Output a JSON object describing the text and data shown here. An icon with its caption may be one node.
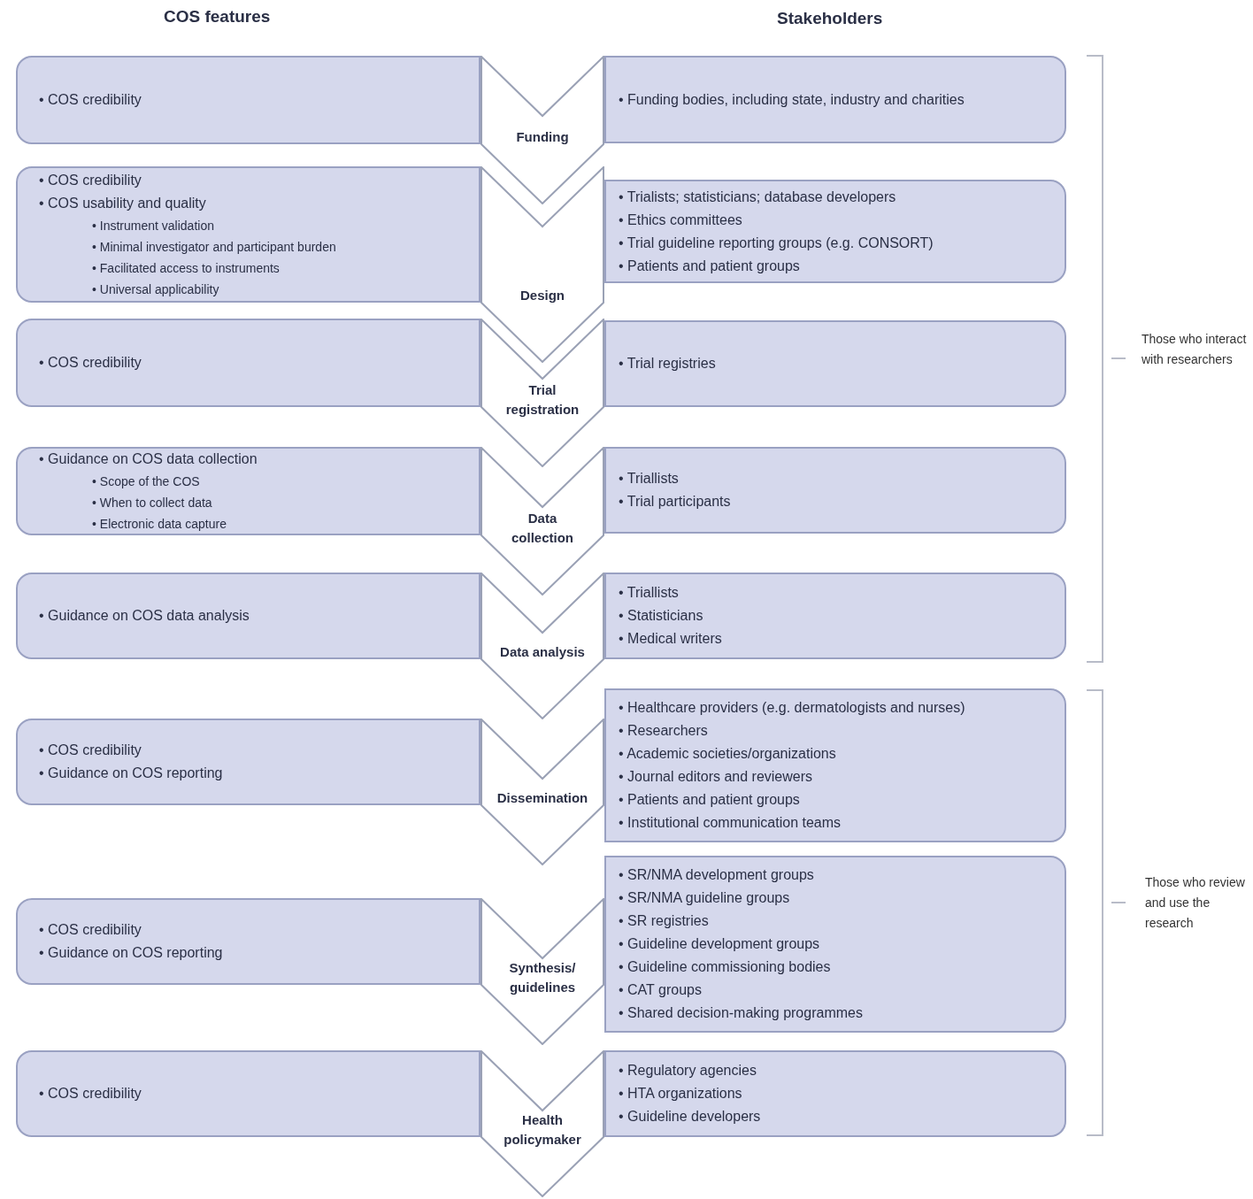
{
  "diagram": {
    "nodes": [
      {
        "text": [
          "• COS credibility"
        ]
      },
      {
        "text": [
          "Funding"
        ]
      },
      {
        "text": [
          "• Funding bodies, including state, industry and charities"
        ]
      },
      {
        "text": [
          "• COS credibility",
          "• COS usability and quality",
          "• Instrument validation",
          "• Minimal investigator and participant burden",
          "• Facilitated access to instruments",
          "• Universal applicability"
        ]
      },
      {
        "text": [
          "Design"
        ]
      },
      {
        "text": [
          "• Trialists; statisticians; database developers",
          "• Ethics committees",
          "• Trial guideline reporting groups (e.g. CONSORT)",
          "• Patients and patient groups"
        ]
      },
      {
        "text": [
          "• COS credibility"
        ]
      },
      {
        "text": [
          "Trial registration"
        ]
      },
      {
        "text": [
          "• Trial registries"
        ]
      },
      {
        "text": [
          "• Guidance on COS data collection",
          "• Scope of the COS",
          "• When to collect data",
          "• Electronic data capture"
        ]
      },
      {
        "text": [
          "Data collection"
        ]
      },
      {
        "text": [
          "• Triallists",
          "• Trial participants"
        ]
      },
      {
        "text": [
          "• Guidance on COS data analysis"
        ]
      },
      {
        "text": [
          "Data analysis"
        ]
      },
      {
        "text": [
          "• Triallists",
          "• Statisticians",
          "• Medical writers"
        ]
      },
      {
        "text": [
          "• COS credibility",
          "• Guidance on COS reporting"
        ]
      },
      {
        "text": [
          "Dissemination"
        ]
      },
      {
        "text": [
          "• Healthcare providers (e.g. dermatologists and nurses)",
          "• Researchers",
          "• Academic societies/organizations",
          "• Journal editors and reviewers",
          "• Patients and patient groups",
          "• Institutional communication teams"
        ]
      },
      {
        "text": [
          "• COS credibility",
          "• Guidance on COS reporting"
        ]
      },
      {
        "text": [
          "Synthesis/ guidelines"
        ]
      },
      {
        "text": [
          "• SR/NMA development groups",
          "• SR/NMA guideline groups",
          "• SR registries",
          "• Guideline development groups",
          "• Guideline commissioning bodies",
          "• CAT groups",
          "• Shared decision-making programmes"
        ]
      },
      {
        "text": [
          "• COS credibility"
        ]
      },
      {
        "text": [
          "Health policymaker"
        ]
      },
      {
        "text": [
          "• Regulatory agencies",
          "• HTA organizations",
          "• Guideline developers"
        ]
      }
    ],
    "labels": [
      "COS features",
      "Stakeholders",
      "Those who interact with researchers",
      "Those who review and use the research"
    ]
  }
}
